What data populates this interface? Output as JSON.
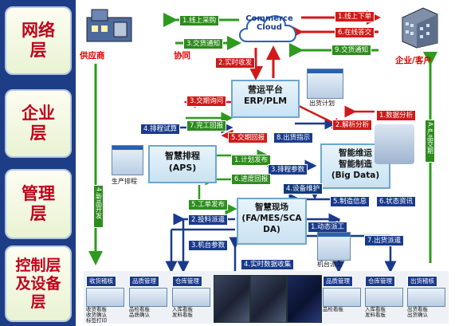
{
  "layers": [
    {
      "label": "网络\n层"
    },
    {
      "label": "企业\n层"
    },
    {
      "label": "管理\n层"
    },
    {
      "label": "控制层\n及设备\n层"
    }
  ],
  "nodes": {
    "supplier": "供应商",
    "collab": "协同",
    "commerce": "Commerce\nCloud",
    "enterprise": "企业/客户",
    "erp_line1": "营运平台",
    "erp_line2": "ERP/PLM",
    "aps_line1": "智慧排程",
    "aps_line2": "(APS)",
    "bigdata_line1": "智能维运",
    "bigdata_line2": "智能制造",
    "bigdata_line3": "(Big Data)",
    "fa_line1": "智慧现场",
    "fa_line2": "(FA/MES/SCA",
    "fa_line3": "DA)",
    "shipping_plan": "出货计划",
    "production_plan": "生产排程",
    "machine_dispatch": "机台派工"
  },
  "flows": {
    "f1": "1.线上采购",
    "f1b": "1.线上下单",
    "f2": "2.实时收发",
    "f3": "3.交货通知",
    "f6": "6.在线答交",
    "f9": "9.交货通知",
    "f3b": "3.交期询问",
    "f4": "4.排程试算",
    "f7": "7.完工回报",
    "f5": "5.交期回报",
    "f8": "8.出货指示",
    "f2b": "2.解析分析",
    "f1c": "1.数据分析",
    "fA": "A.产品交期",
    "f1d": "1.计划发布",
    "f3c": "3.排程参数",
    "f6b": "6.进度回报",
    "f4b": "4.设备维护",
    "f4c": "4.新品开发",
    "f5b": "5.工单发布",
    "f2c": "2.投料派遣",
    "f3d": "3.机台参数",
    "f5c": "5.制造信息",
    "f6c": "6.状态资讯",
    "f1e": "1.动态派工",
    "f7b": "7.出货派遣",
    "f4d": "4.实时数据收集"
  },
  "bottom_modules": [
    {
      "title": "收货稽核",
      "sub": "收货看板\n收货确认\n标签打印"
    },
    {
      "title": "品质管理",
      "sub": "品检看板\n品质确认"
    },
    {
      "title": "仓库管理",
      "sub": "入库看板\n发料看板"
    },
    {
      "title": "品质管理",
      "sub": "品检看板"
    },
    {
      "title": "仓库管理",
      "sub": "入库看板\n发料看板"
    },
    {
      "title": "出货稽核",
      "sub": "出货看板\n出货确认"
    }
  ],
  "colors": {
    "layer_text": "#c0001a",
    "left_bg": "#1d3e86",
    "arrow_green": "#2e9a1e",
    "arrow_red": "#d01a1a",
    "arrow_blue": "#1a3a8c"
  }
}
